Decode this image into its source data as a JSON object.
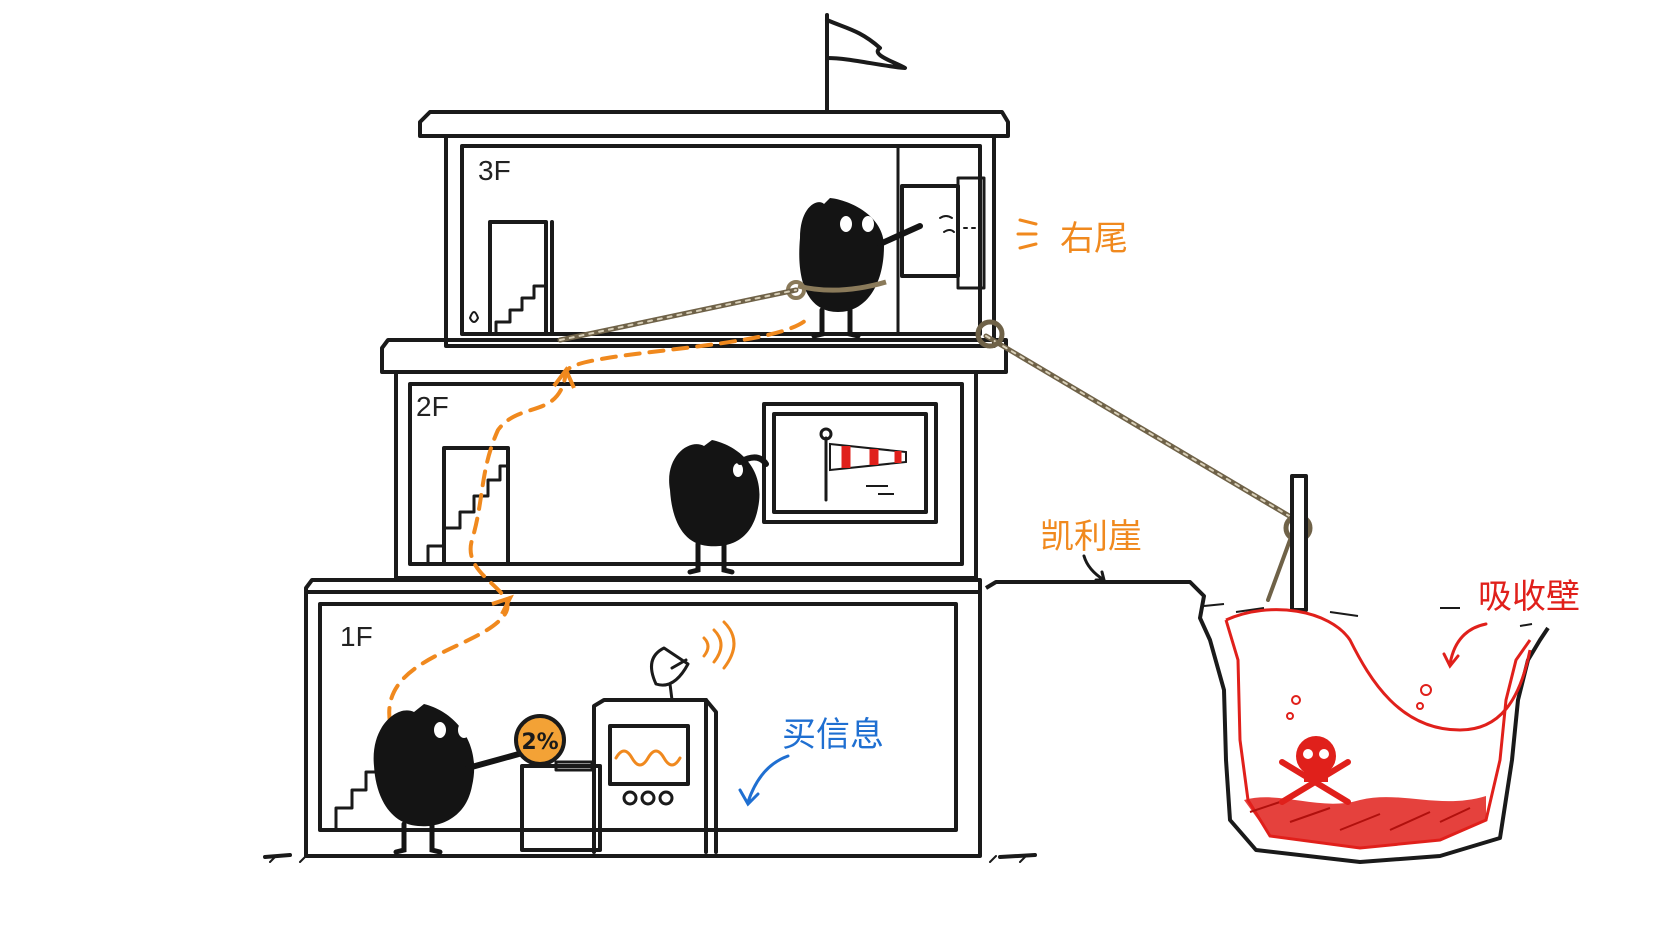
{
  "floors": {
    "third": "3F",
    "second": "2F",
    "first": "1F"
  },
  "coin": {
    "text": "2%"
  },
  "labels": {
    "right_tail": "右尾",
    "kelly_cliff": "凯利崖",
    "absorbing_wall": "吸收壁",
    "buy_info": "买信息"
  },
  "colors": {
    "ink": "#1a1a1a",
    "orange": "#f0891e",
    "blue": "#1f6fd1",
    "red": "#e0201b",
    "coin": "#f3a236"
  }
}
